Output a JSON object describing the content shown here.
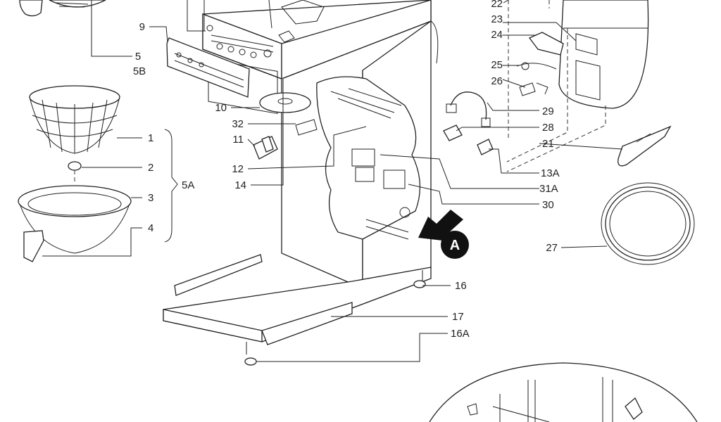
{
  "labels": {
    "l22": "22",
    "l23": "23",
    "l24": "24",
    "l25": "25",
    "l26": "26",
    "l29": "29",
    "l28": "28",
    "l21": "21",
    "l13a": "13A",
    "l31a": "31A",
    "l30": "30",
    "l27": "27",
    "l16": "16",
    "l17": "17",
    "l16a": "16A",
    "l9": "9",
    "l5": "5",
    "l5b": "5B",
    "l10": "10",
    "l32": "32",
    "l11": "11",
    "l12": "12",
    "l14": "14",
    "l1": "1",
    "l2": "2",
    "l3": "3",
    "l4": "4",
    "l5a": "5A",
    "la": "A"
  }
}
